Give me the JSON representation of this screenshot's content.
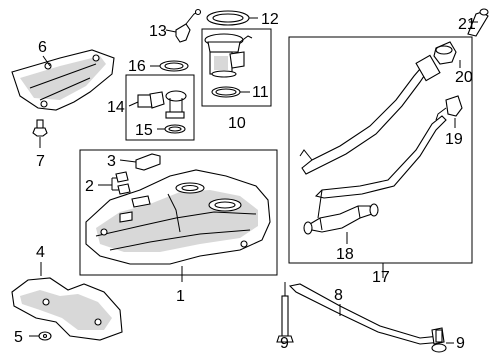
{
  "callouts": {
    "c1": "1",
    "c2": "2",
    "c3": "3",
    "c4": "4",
    "c5": "5",
    "c6": "6",
    "c7": "7",
    "c8": "8",
    "c9a": "9",
    "c9b": "9",
    "c10": "10",
    "c11": "11",
    "c12": "12",
    "c13": "13",
    "c14": "14",
    "c15": "15",
    "c16": "16",
    "c17": "17",
    "c18": "18",
    "c19": "19",
    "c20": "20",
    "c21": "21"
  }
}
